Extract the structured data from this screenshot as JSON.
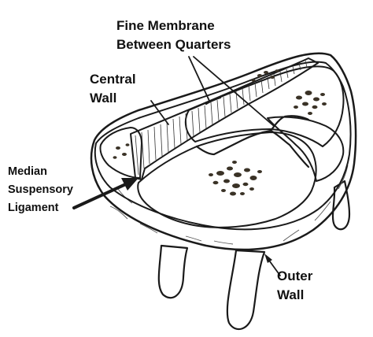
{
  "labels": {
    "membrane_line1": "Fine  Membrane",
    "membrane_line2": "Between  Quarters",
    "central_line1": "Central",
    "central_line2": "Wall",
    "median_line1": "Median",
    "median_line2": "Suspensory",
    "median_line3": "Ligament",
    "outer_line1": "Outer",
    "outer_line2": "Wall"
  },
  "colors": {
    "tissue": "#f3d89a",
    "outer_shell": "#f7f6f2",
    "ink": "#1a1a1a",
    "duct_spots": "#3a3226"
  }
}
